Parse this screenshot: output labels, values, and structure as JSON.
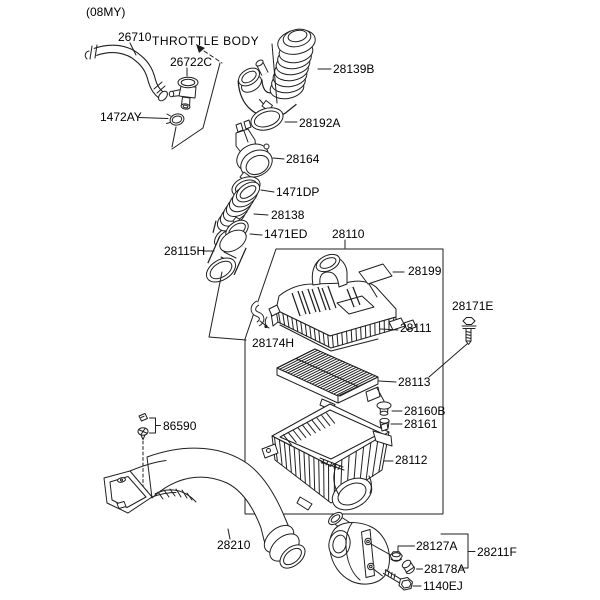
{
  "header": {
    "model_year_note": "(08MY)"
  },
  "annotations": {
    "throttle_body": "THROTTLE BODY"
  },
  "parts": {
    "26710": "26710",
    "26722C": "26722C",
    "1472AY": "1472AY",
    "28139B": "28139B",
    "28192A": "28192A",
    "28164": "28164",
    "1471DP": "1471DP",
    "28138": "28138",
    "1471ED": "1471ED",
    "28115H": "28115H",
    "28110": "28110",
    "28199": "28199",
    "28171E": "28171E",
    "28111": "28111",
    "28174H": "28174H",
    "28113": "28113",
    "28160B": "28160B",
    "28161": "28161",
    "28112": "28112",
    "86590": "86590",
    "28210": "28210",
    "28127A": "28127A",
    "28211F": "28211F",
    "28178A": "28178A",
    "1140EJ": "1140EJ"
  },
  "colors": {
    "background": "#ffffff",
    "line": "#1f1f1f",
    "text": "#000000"
  }
}
